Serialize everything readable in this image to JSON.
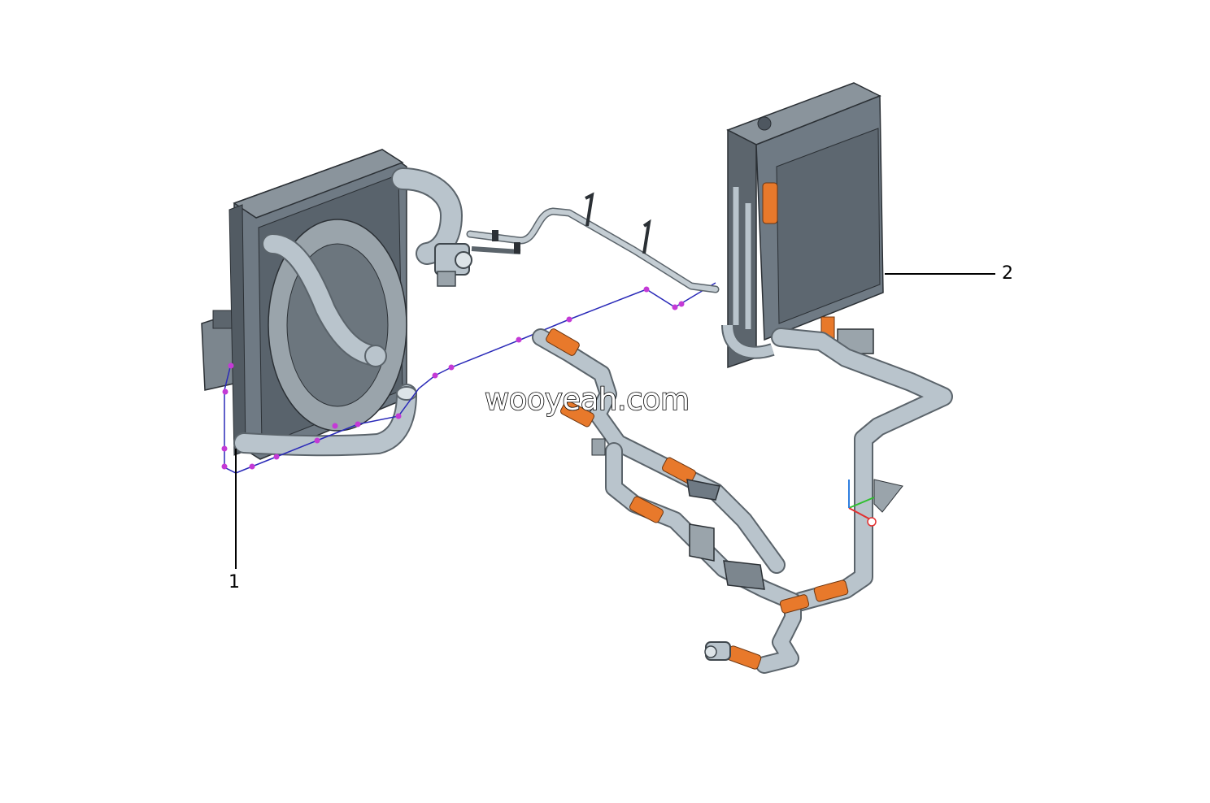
{
  "callouts": [
    {
      "number": "1"
    },
    {
      "number": "2"
    }
  ],
  "watermark": "wooyeah.com",
  "colors": {
    "radiator": "#6f7a84",
    "radiator_dark": "#4e5760",
    "pipe": "#b9c4cc",
    "pipe_edge": "#5b646b",
    "clamp": "#e8792b",
    "wire": "#2a2ab8",
    "wire_node": "#c43ad6",
    "leader": "#000000"
  }
}
